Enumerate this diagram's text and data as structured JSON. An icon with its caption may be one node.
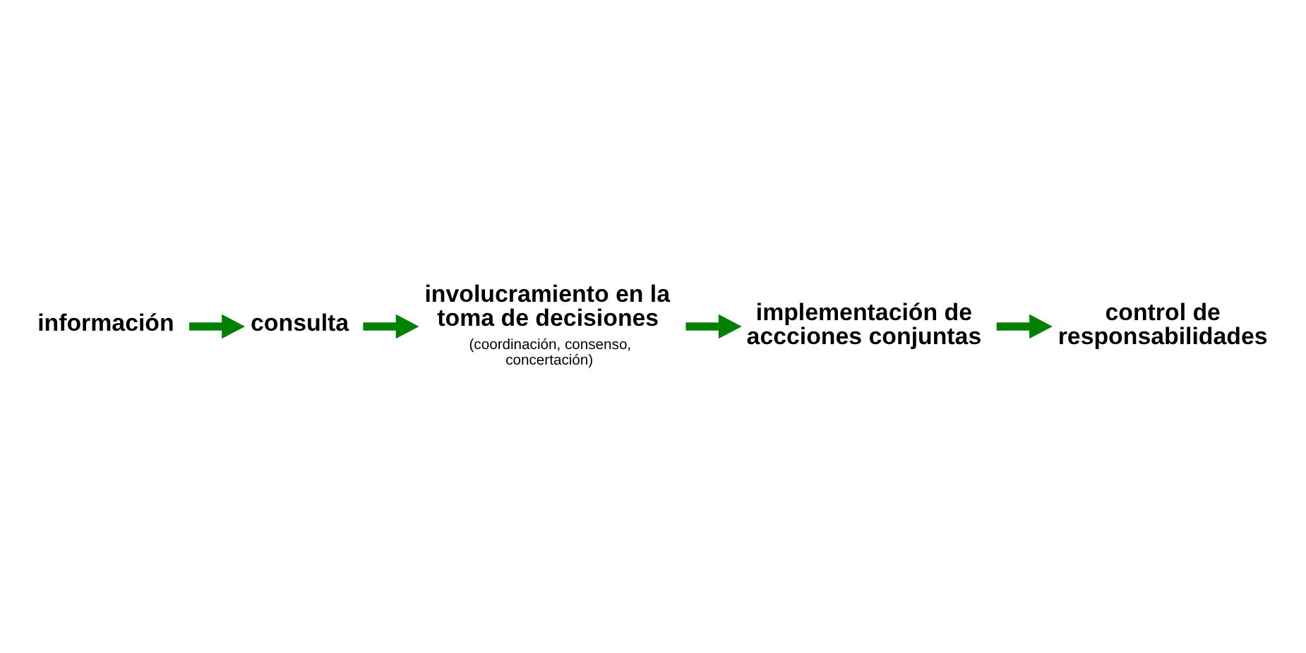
{
  "diagram": {
    "nodes": [
      {
        "text": [
          "información"
        ]
      },
      {
        "text": [
          "consulta"
        ]
      },
      {
        "text": [
          "involucramiento en la toma de decisiones"
        ],
        "beside": [
          "(coordinación, consenso, concertación)"
        ]
      },
      {
        "text": [
          "implementación de accciones conjuntas"
        ]
      },
      {
        "text": [
          "control de responsabilidades"
        ]
      }
    ],
    "edges": [
      {
        "from": 0,
        "to": 1,
        "arrow": "to"
      },
      {
        "from": 1,
        "to": 2,
        "arrow": "to"
      },
      {
        "from": 2,
        "to": 3,
        "arrow": "to"
      },
      {
        "from": 3,
        "to": 4,
        "arrow": "to"
      }
    ]
  }
}
